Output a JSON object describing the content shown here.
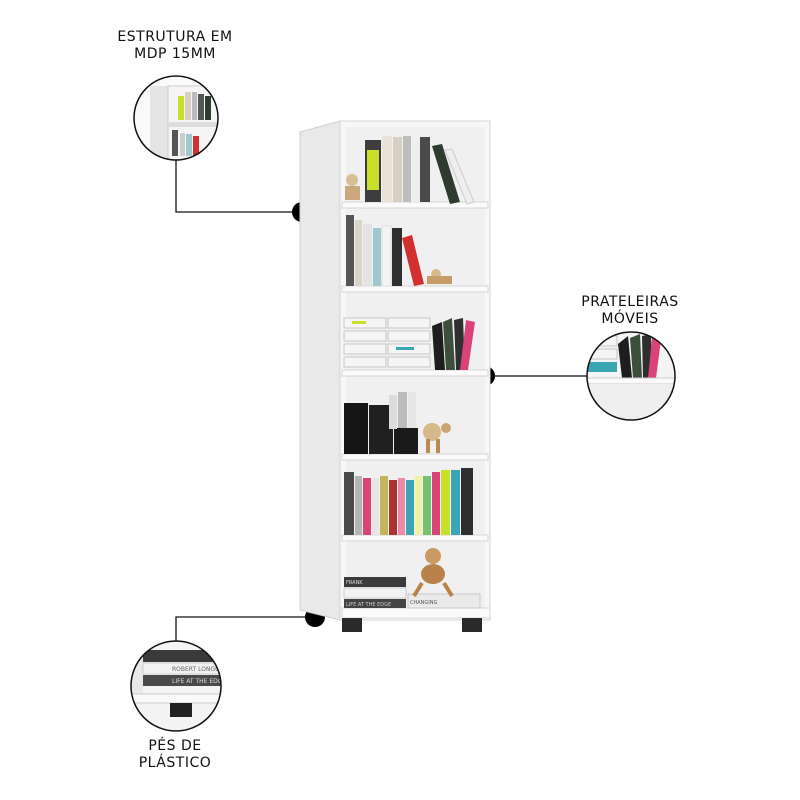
{
  "callouts": {
    "structure": {
      "line1": "ESTRUTURA EM",
      "line2": "MDP 15MM"
    },
    "shelves": {
      "line1": "PRATELEIRAS",
      "line2": "MÓVEIS"
    },
    "feet": {
      "line1": "PÉS DE",
      "line2": "PLÁSTICO"
    }
  },
  "book_spines": {
    "cover_1": "FRANK",
    "cover_2": "ROBERT LONGO",
    "cover_3": "LIFE AT THE EDGE",
    "cover_4": "CHANGING"
  },
  "colors": {
    "background": "#ffffff",
    "cabinet": "#f3f3f3",
    "shelf_edge": "#dcdcdc",
    "leader_line": "#111111",
    "dot": "#000000",
    "accent_book_teal": "#3aa6b4",
    "accent_book_pink": "#d9437a",
    "accent_book_lime": "#c9e02a"
  },
  "icons": [
    "magnifier-circle-structure",
    "magnifier-circle-shelf",
    "magnifier-circle-feet"
  ]
}
